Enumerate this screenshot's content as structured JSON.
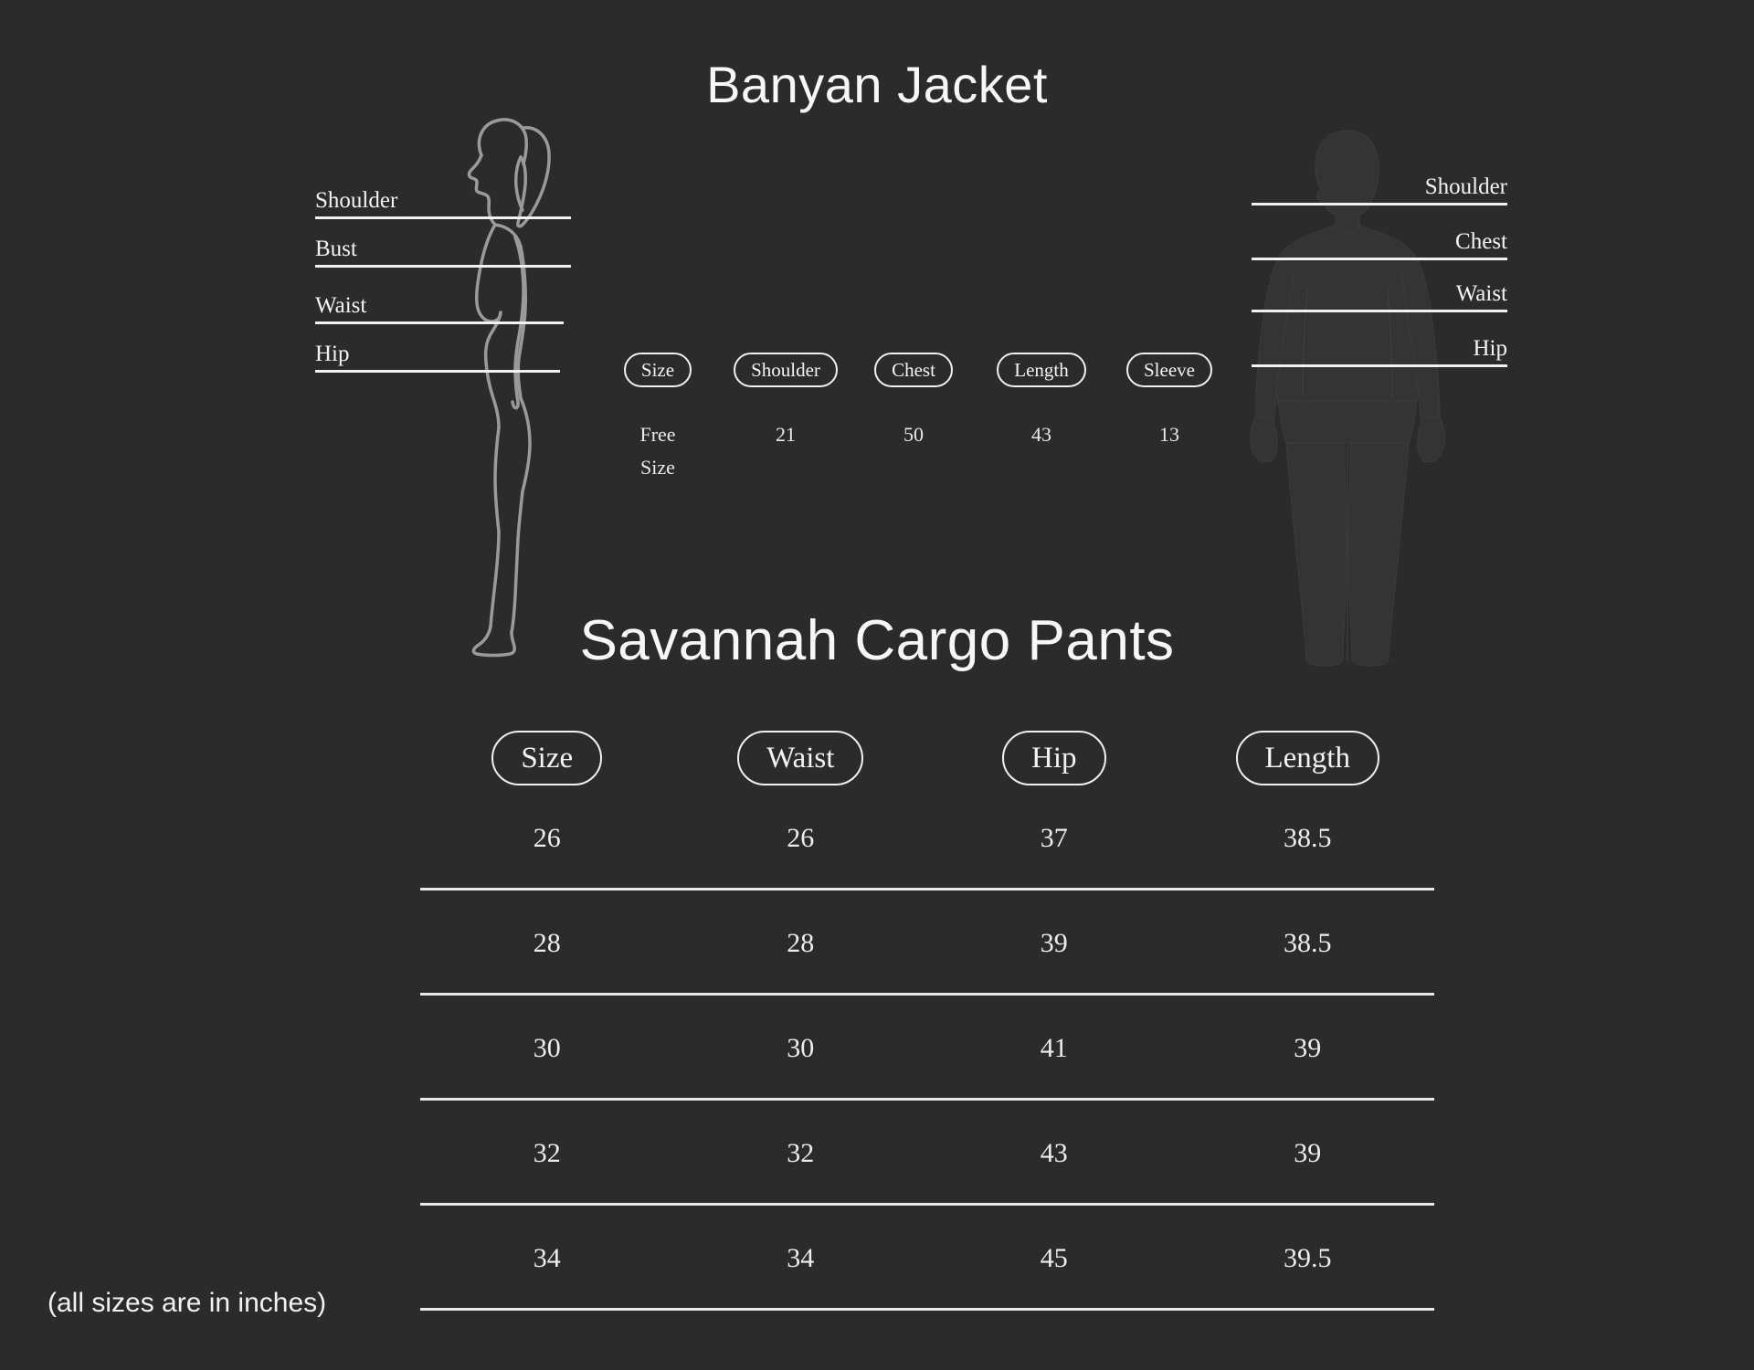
{
  "background_color": "#2b2b2b",
  "text_color": "#f2f2f2",
  "footnote": "(all sizes are in inches)",
  "jacket": {
    "title": "Banyan Jacket",
    "headers": [
      "Size",
      "Shoulder",
      "Chest",
      "Length",
      "Sleeve"
    ],
    "rows": [
      {
        "size": "Free\nSize",
        "shoulder": "21",
        "chest": "50",
        "length": "43",
        "sleeve": "13"
      }
    ]
  },
  "pants": {
    "title": "Savannah Cargo Pants",
    "headers": [
      "Size",
      "Waist",
      "Hip",
      "Length"
    ],
    "rows": [
      {
        "size": "26",
        "waist": "26",
        "hip": "37",
        "length": "38.5"
      },
      {
        "size": "28",
        "waist": "28",
        "hip": "39",
        "length": "38.5"
      },
      {
        "size": "30",
        "waist": "30",
        "hip": "41",
        "length": "39"
      },
      {
        "size": "32",
        "waist": "32",
        "hip": "43",
        "length": "39"
      },
      {
        "size": "34",
        "waist": "34",
        "hip": "45",
        "length": "39.5"
      }
    ]
  },
  "figure_left": {
    "name": "female-side-profile-outline",
    "stroke_color": "#9a9a9a",
    "measurements": [
      "Shoulder",
      "Bust",
      "Waist",
      "Hip"
    ]
  },
  "figure_right": {
    "name": "male-front-silhouette",
    "fill_color": "#343434",
    "measurements": [
      "Shoulder",
      "Chest",
      "Waist",
      "Hip"
    ]
  }
}
